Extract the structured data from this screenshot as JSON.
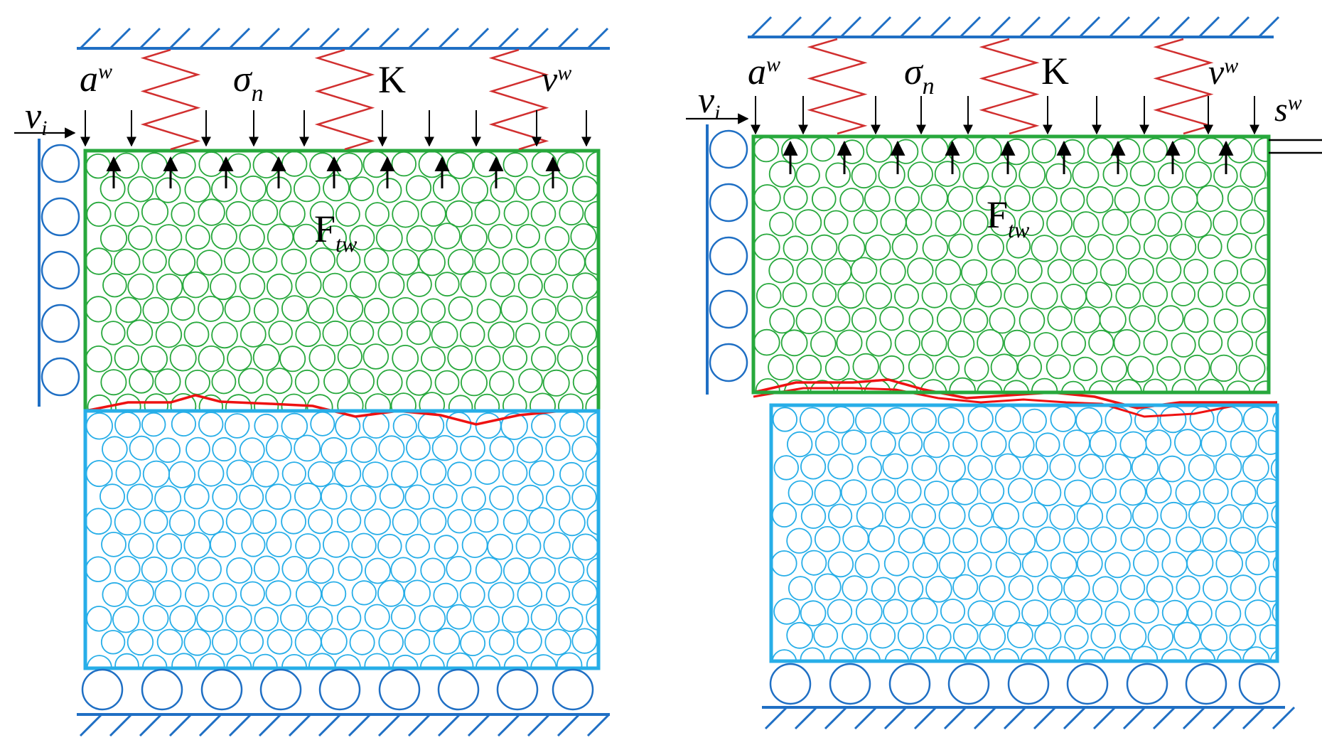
{
  "colors": {
    "frame": "#1f6fc4",
    "spring": "#d12f2f",
    "upper": "#27a83c",
    "lower": "#27aee8",
    "crack": "#ee1111",
    "roller": "#1f6fc4",
    "ink": "#000000"
  },
  "left_panel": {
    "labels": {
      "a_main": "a",
      "a_sup": "w",
      "sigma_main": "σ",
      "sigma_sub": "n",
      "K": "K",
      "v_main": "v",
      "v_sup": "w",
      "vi_main": "v",
      "vi_sub": "i",
      "F_main": "F",
      "F_sub": "tw"
    }
  },
  "right_panel": {
    "labels": {
      "a_main": "a",
      "a_sup": "w",
      "sigma_main": "σ",
      "sigma_sub": "n",
      "K": "K",
      "v_main": "v",
      "v_sup": "w",
      "s_main": "s",
      "s_sup": "w",
      "vi_main": "v",
      "vi_sub": "i",
      "F_main": "F",
      "F_sub": "tw"
    }
  }
}
